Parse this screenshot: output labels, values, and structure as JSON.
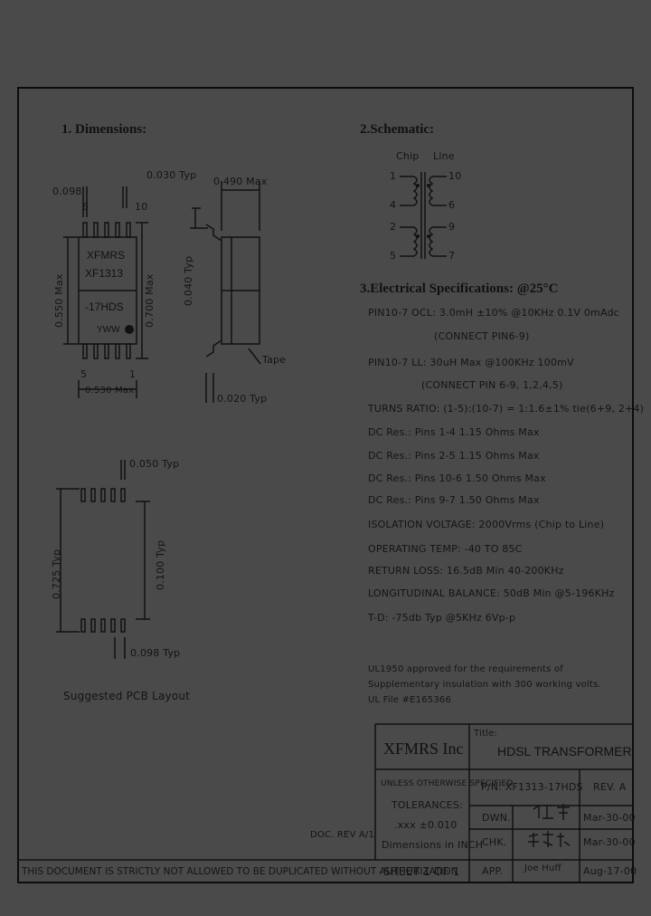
{
  "sections": {
    "dimensions_title": "1. Dimensions:",
    "schematic_title": "2.Schematic:",
    "electrical_title": "3.Electrical Specifications: @25°C"
  },
  "dimensions": {
    "dim_0098_top": "0.098",
    "dim_0030_typ": "0.030 Typ",
    "dim_0490_max": "0.490 Max",
    "pin_6": "6",
    "pin_10": "10",
    "pin_5": "5",
    "pin_1": "1",
    "marking_line1": "XFMRS",
    "marking_line2": "XF1313",
    "marking_line3": "-17HDS",
    "marking_line4": "YWW",
    "dim_0550_max": "0.550 Max",
    "dim_0700_max": "0.700 Max",
    "dim_0530_max": "0.530 Max",
    "dim_0040_typ": "0.040 Typ",
    "dim_0020_typ": "0.020 Typ",
    "tape_label": "Tape"
  },
  "pcb_layout": {
    "dim_0050_typ": "0.050 Typ",
    "dim_0725_typ": "0.725 Typ",
    "dim_0100_typ": "0.100 Typ",
    "dim_0098_typ": "0.098 Typ",
    "caption": "Suggested PCB Layout"
  },
  "schematic": {
    "chip_label": "Chip",
    "line_label": "Line",
    "left_pins": [
      "1",
      "4",
      "2",
      "5"
    ],
    "right_pins": [
      "10",
      "6",
      "9",
      "7"
    ]
  },
  "specs": [
    "PIN10-7 OCL: 3.0mH ±10% @10KHz 0.1V 0mAdc",
    "(CONNECT PIN6-9)",
    "PIN10-7 LL: 30uH Max @100KHz 100mV",
    "(CONNECT PIN 6-9, 1,2,4,5)",
    "TURNS RATIO:  (1-5):(10-7) = 1:1.6±1% tie(6+9, 2+4)",
    "DC Res.: Pins 1-4 1.15 Ohms Max",
    "DC Res.: Pins 2-5 1.15 Ohms Max",
    "DC Res.: Pins 10-6 1.50 Ohms Max",
    "DC Res.: Pins 9-7 1.50 Ohms Max",
    "ISOLATION VOLTAGE: 2000Vrms (Chip to Line)",
    "OPERATING TEMP:  -40 TO 85C",
    "RETURN LOSS:  16.5dB Min 40-200KHz",
    "LONGITUDINAL BALANCE:  50dB Min @5-196KHz",
    "T-D:  -75db Typ @5KHz 6Vp-p"
  ],
  "ul_note": {
    "line1": "UL1950 approved for the requirements of",
    "line2": "Supplementary insulation with 300 working volts.",
    "line3": "UL File #E165366"
  },
  "title_block": {
    "company": "XFMRS Inc",
    "title_label": "Title:",
    "title": "HDSL TRANSFORMER",
    "unless": "UNLESS OTHERWISE SPECIFIED",
    "tolerances": "TOLERANCES:",
    "tol_value": ".xxx ±0.010",
    "dimensions_in": "Dimensions in INCH",
    "doc_rev": "DOC. REV A/1",
    "pn": "P/N: XF1313-17HDS",
    "rev": "REV. A",
    "dwn_label": "DWN.",
    "dwn_date": "Mar-30-00",
    "chk_label": "CHK.",
    "chk_date": "Mar-30-00",
    "app_label": "APP.",
    "app_name": "Joe Huff",
    "app_date": "Aug-17-00",
    "sheet": "SHEET  1  OF  1",
    "disclaimer": "THIS DOCUMENT IS STRICTLY NOT ALLOWED TO BE DUPLICATED WITHOUT AUTHORIZATION"
  }
}
